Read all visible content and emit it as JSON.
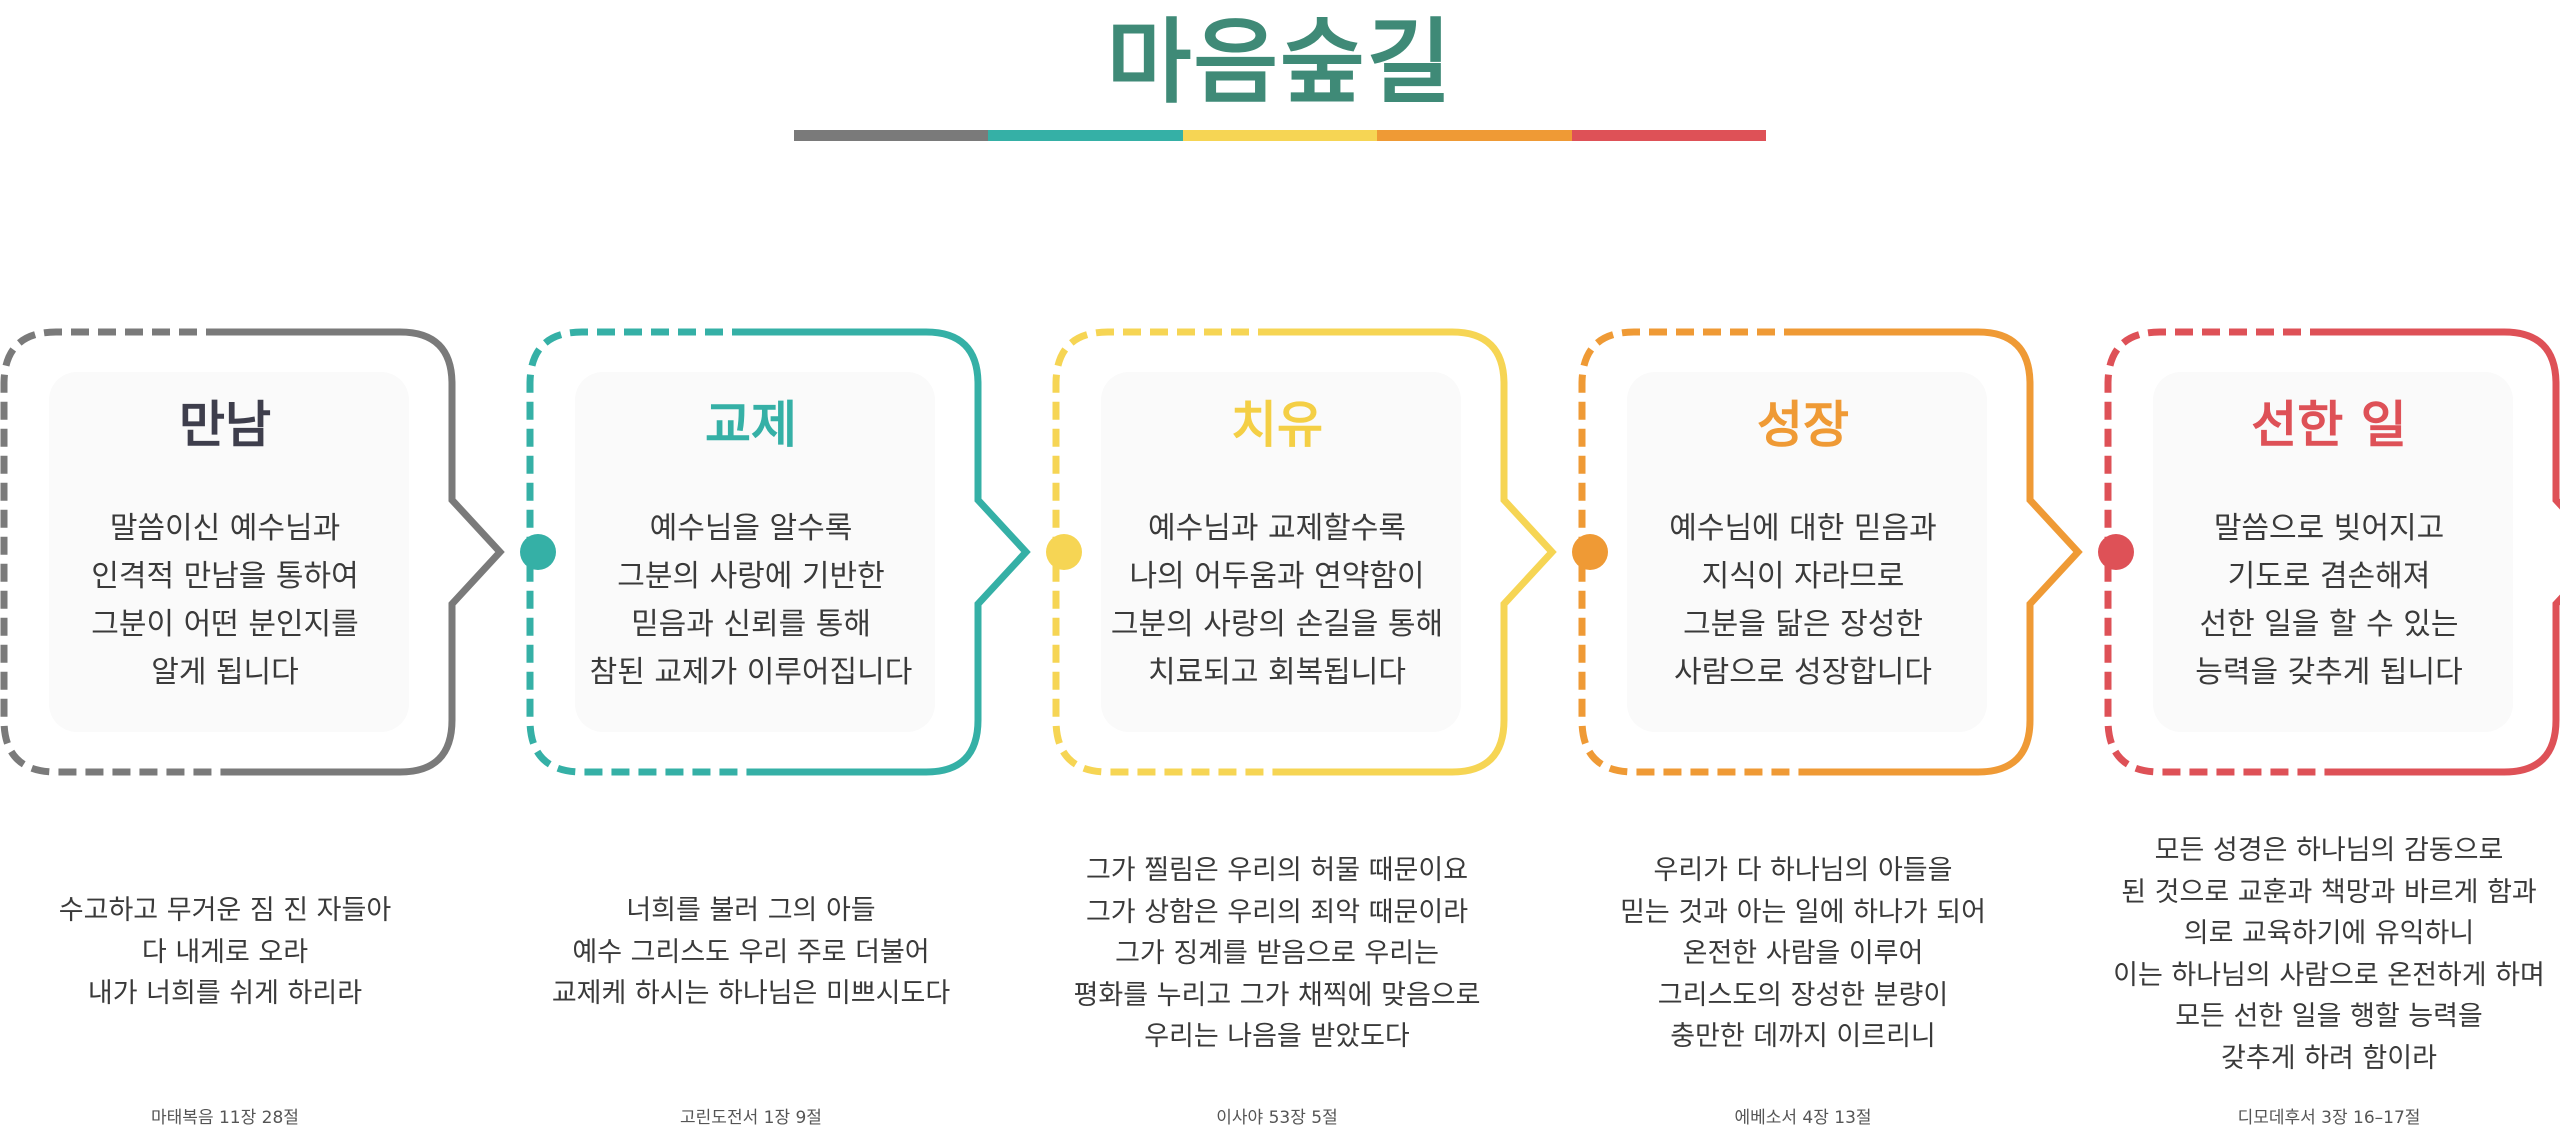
{
  "title": "마음숲길",
  "colors": {
    "title": "#3f8a77",
    "bar": [
      "#7a7a7a",
      "#35b0a6",
      "#f6d554",
      "#ef9a35",
      "#de5157"
    ]
  },
  "stages": [
    {
      "title": "만남",
      "color": "#7a7a7a",
      "title_color": "#3e3e4c",
      "lines": [
        "말씀이신 예수님과",
        "인격적 만남을 통하여",
        "그분이 어떤 분인지를",
        "알게 됩니다"
      ],
      "verse": [
        "수고하고 무거운 짐 진 자들아",
        "다 내게로 오라",
        "내가 너희를 쉬게 하리라"
      ],
      "reference": "마태복음 11장 28절"
    },
    {
      "title": "교제",
      "color": "#35b0a6",
      "title_color": "#35b0a6",
      "lines": [
        "예수님을 알수록",
        "그분의 사랑에 기반한",
        "믿음과 신뢰를 통해",
        "참된 교제가 이루어집니다"
      ],
      "verse": [
        "너희를 불러 그의 아들",
        "예수 그리스도 우리 주로 더불어",
        "교제케 하시는 하나님은 미쁘시도다"
      ],
      "reference": "고린도전서 1장 9절"
    },
    {
      "title": "치유",
      "color": "#f6d554",
      "title_color": "#f4cf45",
      "lines": [
        "예수님과 교제할수록",
        "나의 어두움과 연약함이",
        "그분의 사랑의 손길을 통해",
        "치료되고 회복됩니다"
      ],
      "verse": [
        "그가 찔림은 우리의 허물 때문이요",
        "그가 상함은 우리의 죄악 때문이라",
        "그가 징계를 받음으로 우리는",
        "평화를 누리고 그가 채찍에 맞음으로",
        "우리는 나음을 받았도다"
      ],
      "reference": "이사야 53장 5절"
    },
    {
      "title": "성장",
      "color": "#ef9a35",
      "title_color": "#ef9a35",
      "lines": [
        "예수님에 대한 믿음과",
        "지식이 자라므로",
        "그분을 닮은 장성한",
        "사람으로 성장합니다"
      ],
      "verse": [
        "우리가 다 하나님의 아들을",
        "믿는 것과 아는 일에 하나가 되어",
        "온전한 사람을 이루어",
        "그리스도의 장성한 분량이",
        "충만한 데까지 이르리니"
      ],
      "reference": "에베소서 4장 13절"
    },
    {
      "title": "선한 일",
      "color": "#de5157",
      "title_color": "#de5157",
      "lines": [
        "말씀으로 빚어지고",
        "기도로 겸손해져",
        "선한 일을 할 수 있는",
        "능력을 갖추게 됩니다"
      ],
      "verse": [
        "모든 성경은 하나님의 감동으로",
        "된 것으로 교훈과 책망과 바르게 함과",
        "의로 교육하기에 유익하니",
        "이는 하나님의 사람으로 온전하게 하며",
        "모든 선한 일을 행할 능력을",
        "갖추게 하려 함이라"
      ],
      "reference": "디모데후서 3장 16–17절"
    }
  ]
}
